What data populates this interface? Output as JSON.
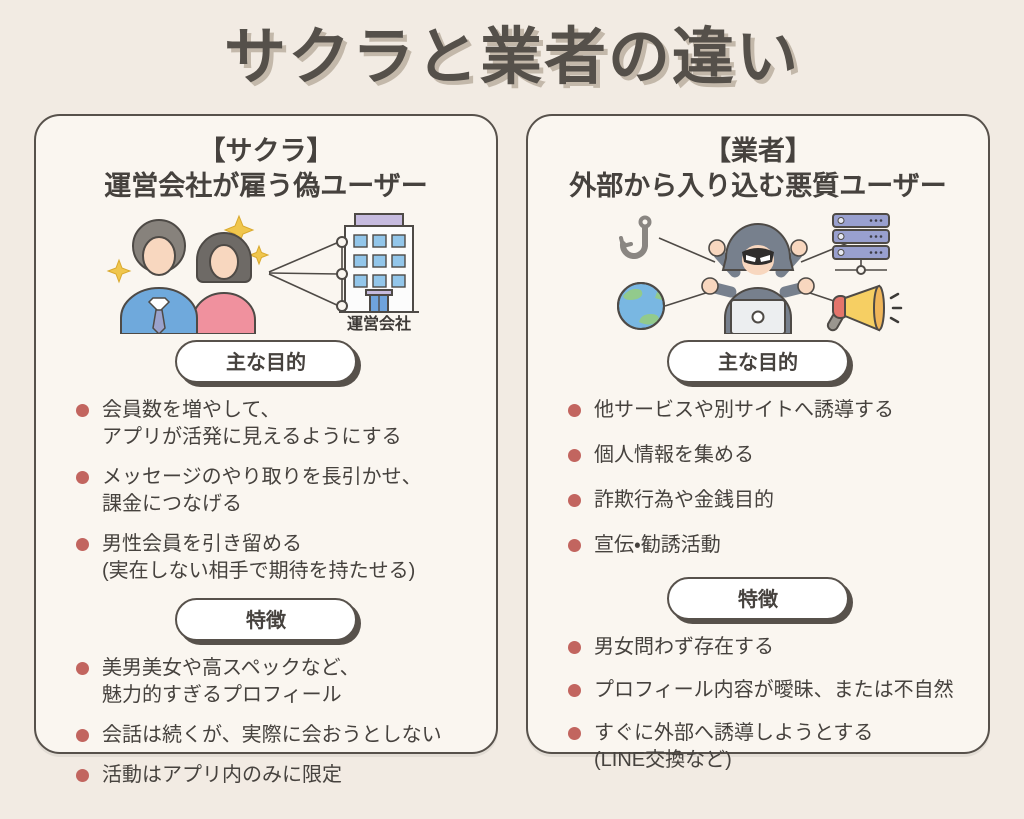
{
  "page": {
    "title": "サクラと業者の違い"
  },
  "colors": {
    "background": "#f2ebe3",
    "card_background": "#faf6f0",
    "border": "#57514b",
    "text": "#46423e",
    "bullet_dot": "#c2655f",
    "title_shadow": "#c3b8aa"
  },
  "cards": {
    "sakura": {
      "title": "【サクラ】\n運営会社が雇う偽ユーザー",
      "company_label": "運営会社",
      "purpose_label": "主な目的",
      "purpose_items": [
        "会員数を増やして、\nアプリが活発に見えるようにする",
        "メッセージのやり取りを長引かせ、\n課金につなげる",
        "男性会員を引き留める\n(実在しない相手で期待を持たせる)"
      ],
      "features_label": "特徴",
      "features_items": [
        "美男美女や高スペックなど、\n魅力的すぎるプロフィール",
        "会話は続くが、実際に会おうとしない",
        "活動はアプリ内のみに限定"
      ],
      "icons": [
        "man-user",
        "woman-user",
        "sparkles",
        "company-building"
      ]
    },
    "gyousha": {
      "title": "【業者】\n外部から入り込む悪質ユーザー",
      "purpose_label": "主な目的",
      "purpose_items": [
        "他サービスや別サイトへ誘導する",
        "個人情報を集める",
        "詐欺行為や金銭目的",
        "宣伝・勧誘活動"
      ],
      "features_label": "特徴",
      "features_items": [
        "すぐに外部へ誘導しようとする\n(LINE交換など)"
      ],
      "features_items_full": [
        "男女問わず存在する",
        "プロフィール内容が曖昧、または不自然",
        "すぐに外部へ誘導しようとする\n(LINE交換など)"
      ],
      "icons": [
        "fishing-hook",
        "globe",
        "hacker",
        "server-rack",
        "megaphone"
      ]
    }
  }
}
